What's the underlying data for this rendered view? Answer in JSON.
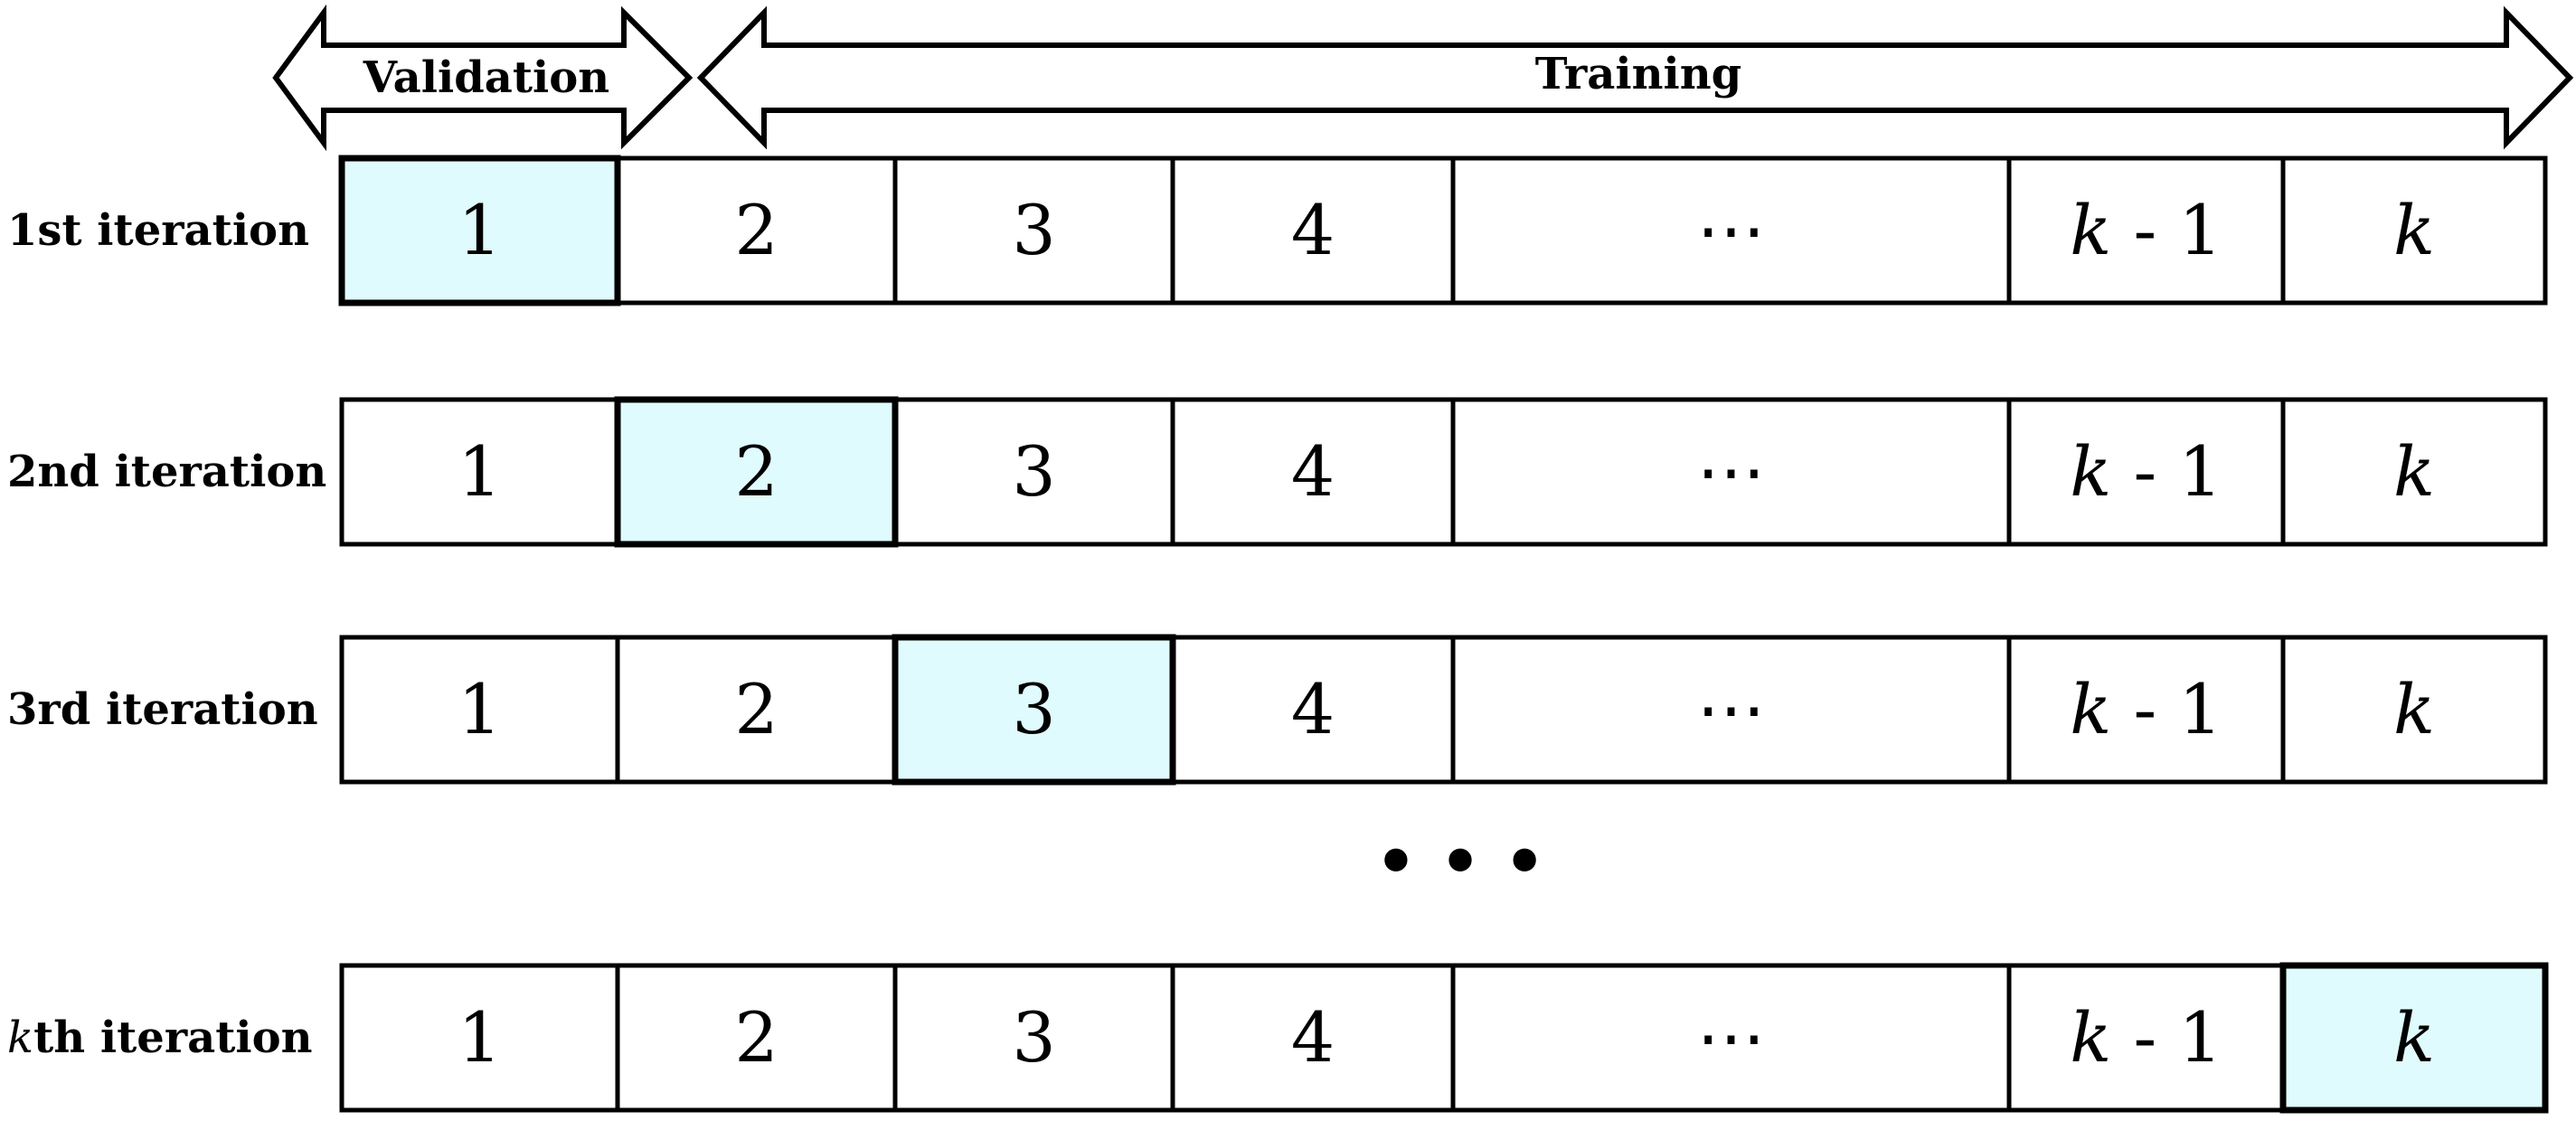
{
  "arrows": {
    "validation": "Validation",
    "training": "Training"
  },
  "folds": [
    "1",
    "2",
    "3",
    "4",
    "⋯",
    "k - 1",
    "k"
  ],
  "iterations": [
    {
      "label_prefix": "",
      "label_main": "1st iteration",
      "highlight": 0
    },
    {
      "label_prefix": "",
      "label_main": "2nd iteration",
      "highlight": 1
    },
    {
      "label_prefix": "",
      "label_main": "3rd iteration",
      "highlight": 2
    },
    {
      "label_prefix": "k",
      "label_main": "th iteration",
      "highlight": 6
    }
  ],
  "gap_marker": "• • •",
  "colors": {
    "highlight": "#e0fbfd",
    "stroke": "#000000"
  }
}
